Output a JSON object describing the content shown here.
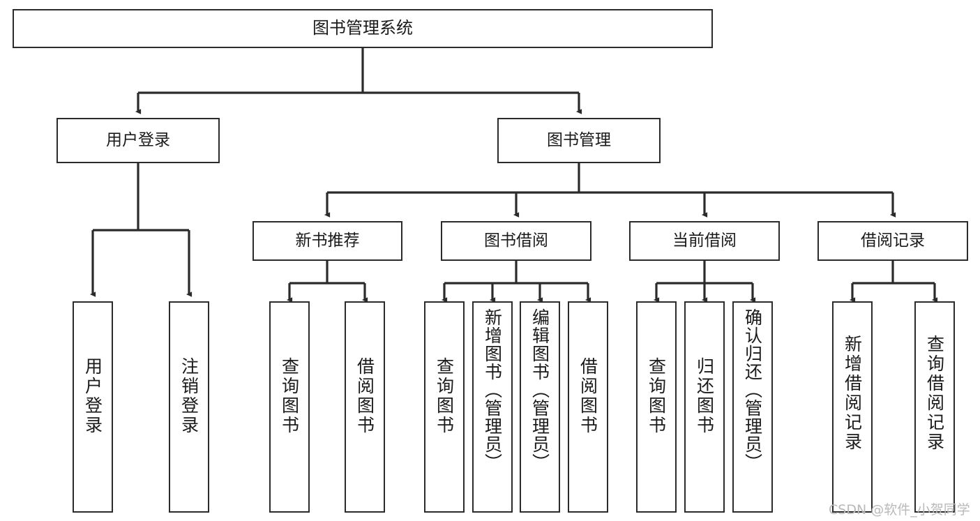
{
  "diagram": {
    "title": "图书管理系统",
    "type": "tree-hierarchy",
    "orientation": "top-down",
    "line_color": "#2b2b2b",
    "box_fill": "#ffffff",
    "text_color": "#1a1a1a"
  },
  "watermark": {
    "text": "CSDN @软件_小贺同学",
    "color": "#b9b9b9"
  },
  "nodes": {
    "root": {
      "label": "图书管理系统"
    },
    "level2": [
      {
        "label": "用户登录"
      },
      {
        "label": "图书管理"
      }
    ],
    "level3": [
      {
        "label": "新书推荐"
      },
      {
        "label": "图书借阅"
      },
      {
        "label": "当前借阅"
      },
      {
        "label": "借阅记录"
      }
    ],
    "leaves": {
      "user_login": [
        {
          "label": "用户登录"
        },
        {
          "label": "注销登录"
        }
      ],
      "new_book": [
        {
          "label": "查询图书"
        },
        {
          "label": "借阅图书"
        }
      ],
      "book_borrow": [
        {
          "label": "查询图书"
        },
        {
          "label": "新增图书（管理员）"
        },
        {
          "label": "编辑图书（管理员）"
        },
        {
          "label": "借阅图书"
        }
      ],
      "current_borrow": [
        {
          "label": "查询图书"
        },
        {
          "label": "归还图书"
        },
        {
          "label": "确认归还（管理员）"
        }
      ],
      "borrow_record": [
        {
          "label": "新增借阅记录"
        },
        {
          "label": "查询借阅记录"
        }
      ]
    }
  }
}
